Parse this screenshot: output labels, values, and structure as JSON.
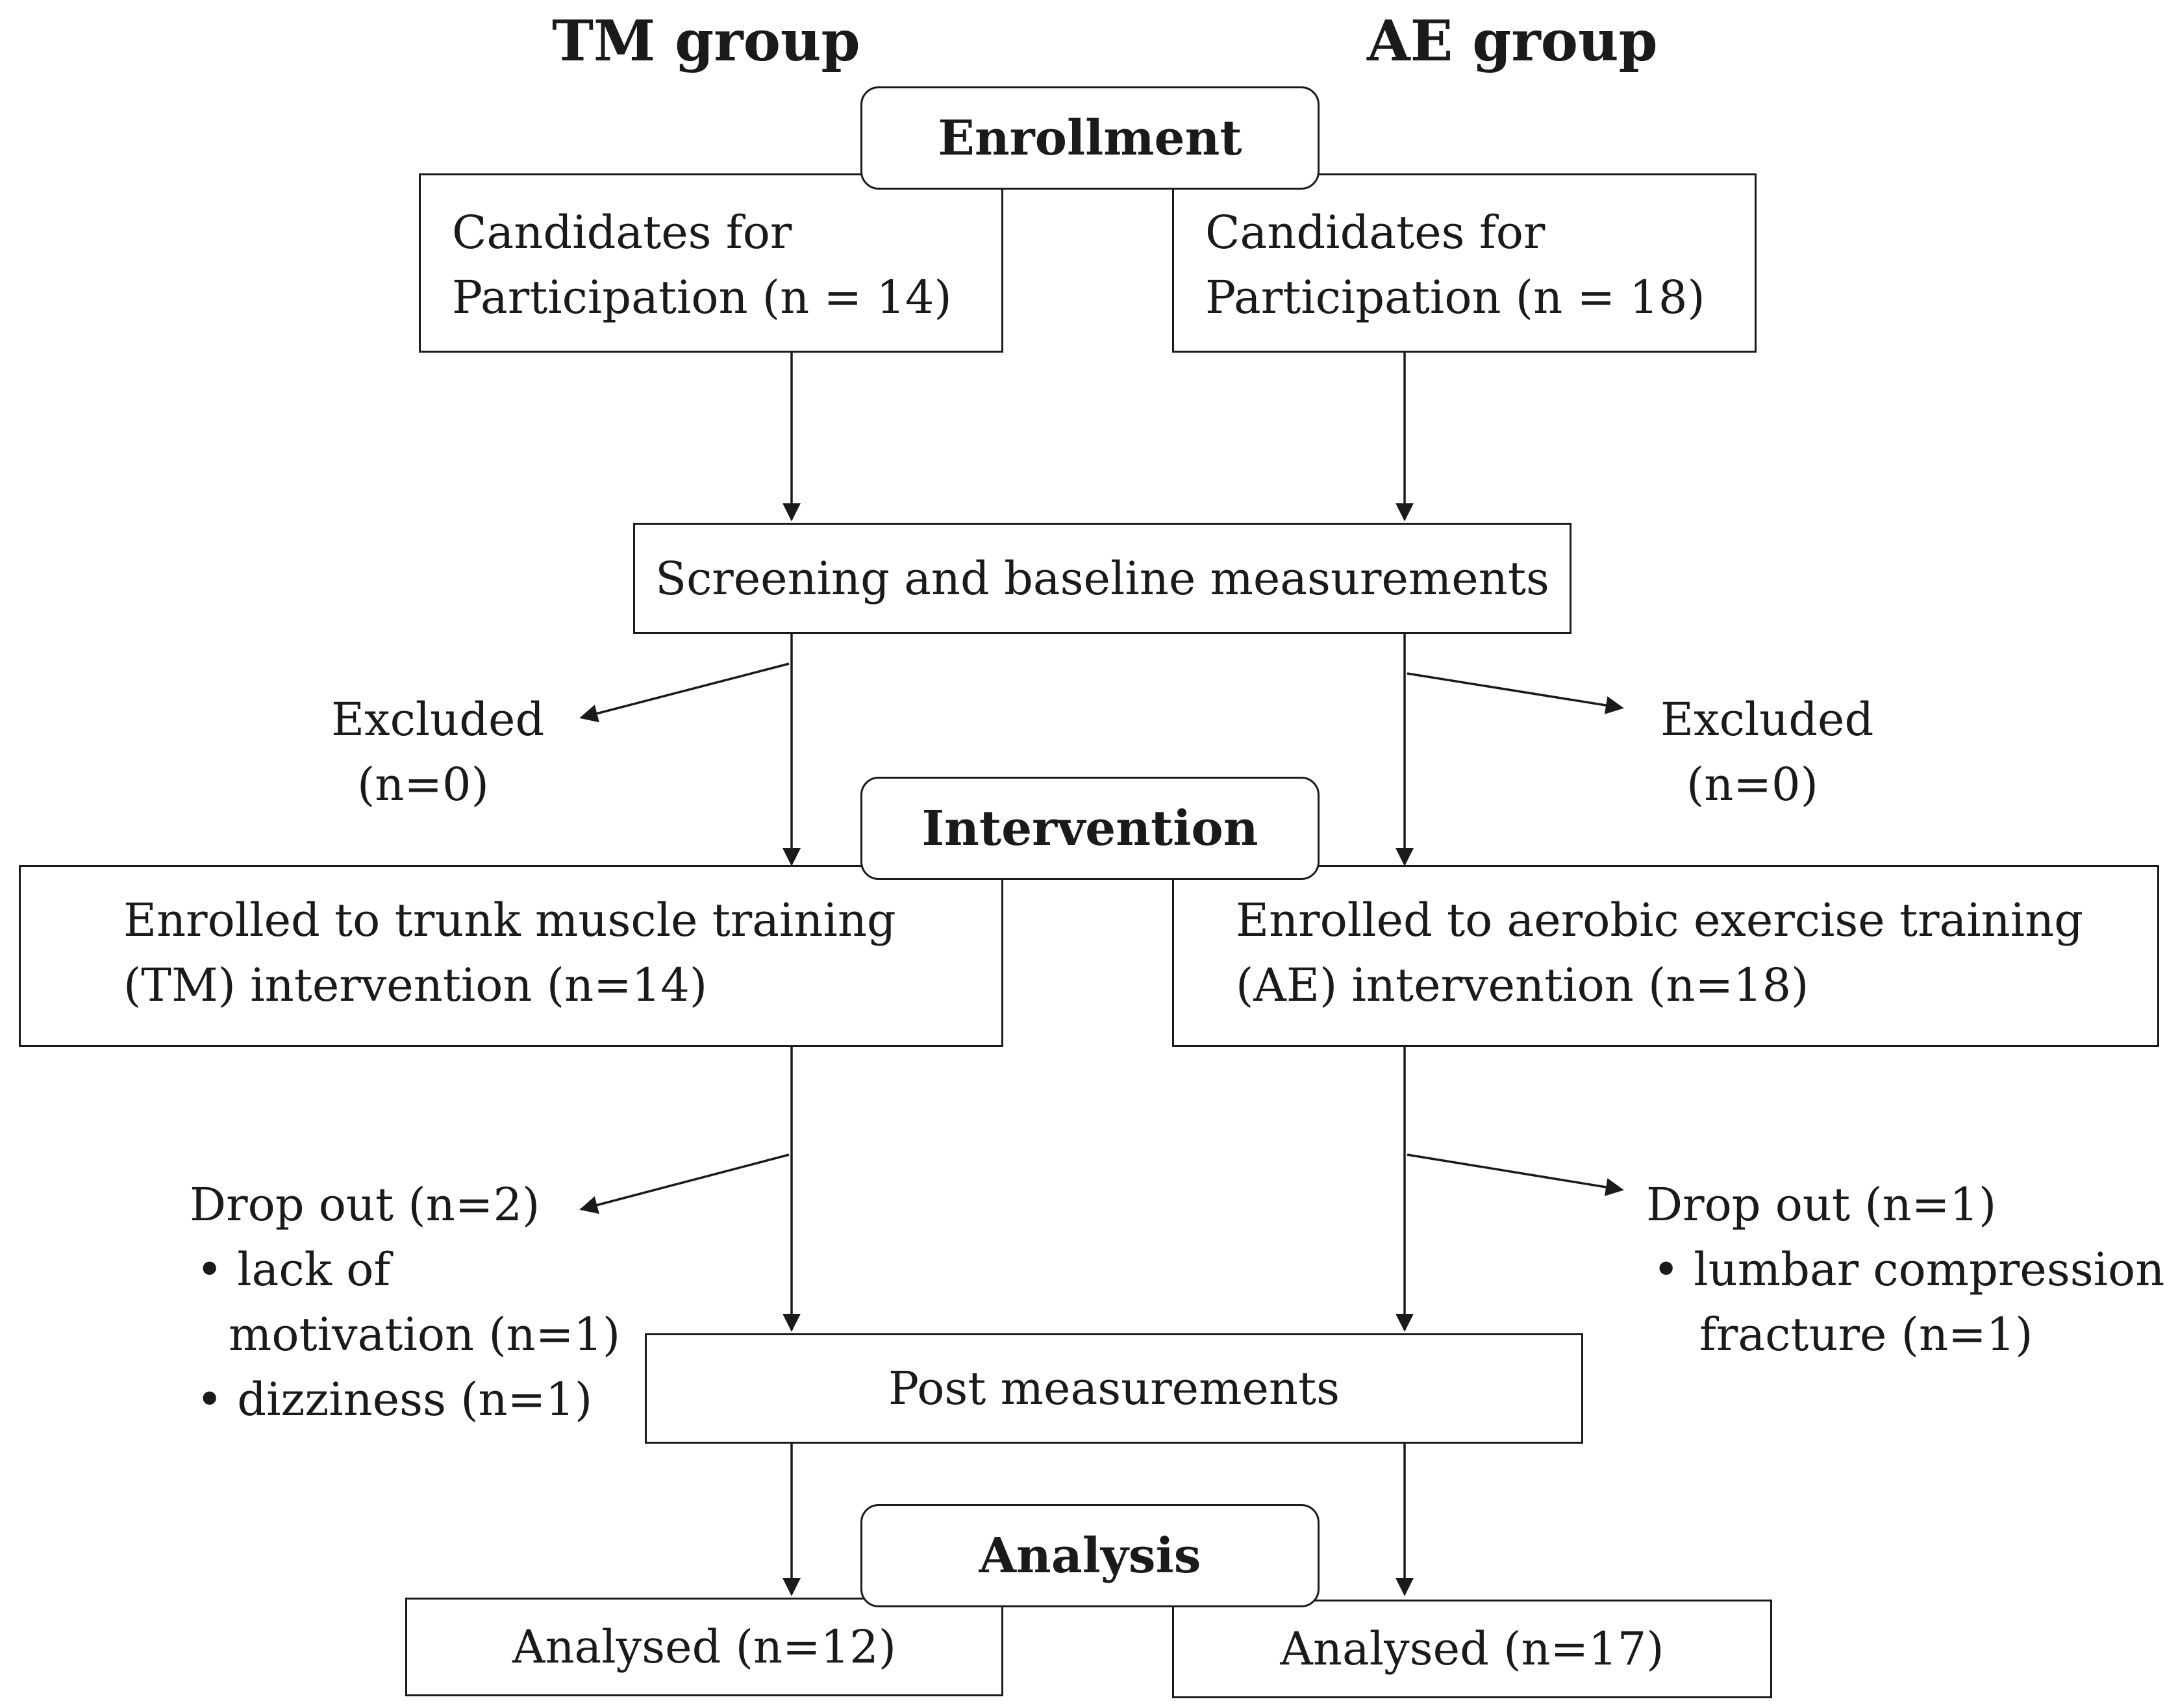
{
  "headers": {
    "tm": "TM group",
    "ae": "AE group"
  },
  "stages": {
    "enrollment": "Enrollment",
    "intervention": "Intervention",
    "analysis": "Analysis"
  },
  "tm": {
    "candidates_line1": "Candidates for",
    "candidates_line2": "Participation  (n = 14)",
    "excluded_label": "Excluded",
    "excluded_count": "(n=0)",
    "enrolled_line1": "Enrolled to trunk muscle training",
    "enrolled_line2": "(TM)  intervention  (n=14)",
    "dropout_title": "Drop out (n=2)",
    "dropout_reason1_line1": "lack of",
    "dropout_reason1_line2": "motivation (n=1)",
    "dropout_reason2": "dizziness (n=1)",
    "analysed": "Analysed (n=12)"
  },
  "ae": {
    "candidates_line1": "Candidates for",
    "candidates_line2": "Participation  (n = 18)",
    "excluded_label": "Excluded",
    "excluded_count": "(n=0)",
    "enrolled_line1": "Enrolled to aerobic exercise training",
    "enrolled_line2": "(AE)  intervention  (n=18)",
    "dropout_title": "Drop out (n=1)",
    "dropout_reason1_line1": "lumbar compression",
    "dropout_reason1_line2": "fracture (n=1)",
    "analysed": "Analysed (n=17)"
  },
  "shared": {
    "screening": "Screening and baseline measurements",
    "post": "Post  measurements"
  }
}
